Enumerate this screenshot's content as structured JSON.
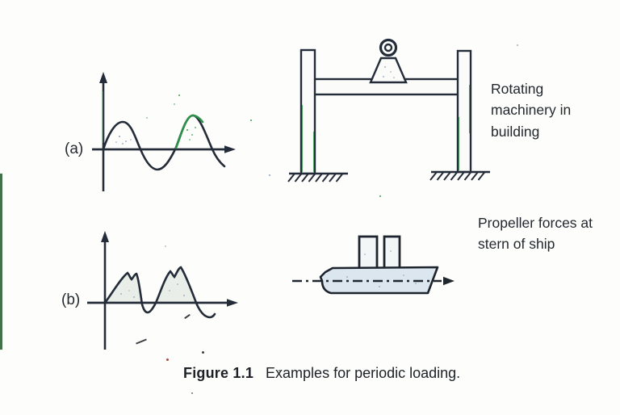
{
  "figure": {
    "caption_label": "Figure 1.1",
    "caption_text": "Examples for periodic loading.",
    "panel_a_label": "(a)",
    "panel_b_label": "(b)",
    "annotation_a": "Rotating machinery in building",
    "annotation_b": "Propeller forces at stern of ship"
  },
  "icons": {
    "rotating_machine": "double-circle-on-pedestal",
    "ground_support": "hatched-fixed-support",
    "waterline": "dash-dot-arrow"
  },
  "colors": {
    "ink": "#232c38",
    "accent_green": "#2b9148",
    "hull_fill": "#dbe6ee",
    "wave_shade": "#e9eee8",
    "edge_bar_green": "#41724a",
    "paper": "#fdfdfb"
  }
}
